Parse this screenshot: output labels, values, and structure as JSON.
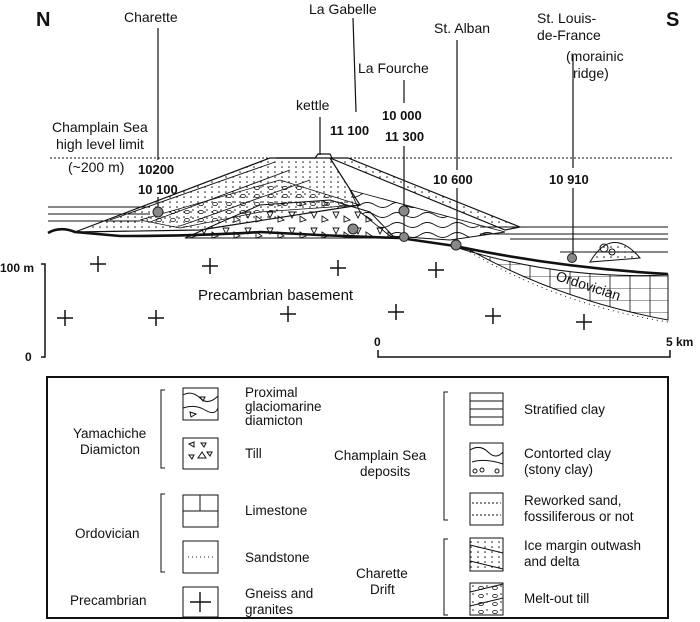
{
  "section": {
    "north": "N",
    "south": "S",
    "sites": {
      "charette": "Charette",
      "la_gabelle": "La Gabelle",
      "la_fourche": "La Fourche",
      "st_alban": "St. Alban",
      "st_louis_1": "St. Louis-",
      "st_louis_2": "de-France",
      "morainic_1": "(morainic",
      "morainic_2": "ridge)",
      "kettle": "kettle"
    },
    "sea_limit": [
      "Champlain Sea",
      "high level limit",
      "(~200 m)"
    ],
    "dates": {
      "charette_a": "10200",
      "charette_b": "10 100",
      "gabelle": "11 100",
      "fourche_a": "10 000",
      "fourche_b": "11 300",
      "alban": "10 600",
      "louis": "10 910"
    },
    "basement_label": "Precambrian basement",
    "ordovician_label": "Ordovician",
    "vscale": {
      "top": "100 m",
      "bottom": "0"
    },
    "hscale": {
      "start": "0",
      "end": "5 km"
    }
  },
  "legend": {
    "groups": {
      "yamachiche": [
        "Yamachiche",
        "Diamicton"
      ],
      "ordovician": "Ordovician",
      "precambrian": "Precambrian",
      "champlain": [
        "Champlain Sea",
        "deposits"
      ],
      "charette": [
        "Charette",
        "Drift"
      ]
    },
    "items": {
      "proximal": [
        "Proximal",
        "glaciomarine",
        "diamicton"
      ],
      "till": "Till",
      "limestone": "Limestone",
      "sandstone": "Sandstone",
      "gneiss": [
        "Gneiss and",
        "granites"
      ],
      "stratified": "Stratified clay",
      "contorted": [
        "Contorted clay",
        "(stony clay)"
      ],
      "reworked": [
        "Reworked sand,",
        "fossiliferous or not"
      ],
      "ice_margin": [
        "Ice margin outwash",
        "and delta"
      ],
      "meltout": "Melt-out till"
    }
  }
}
